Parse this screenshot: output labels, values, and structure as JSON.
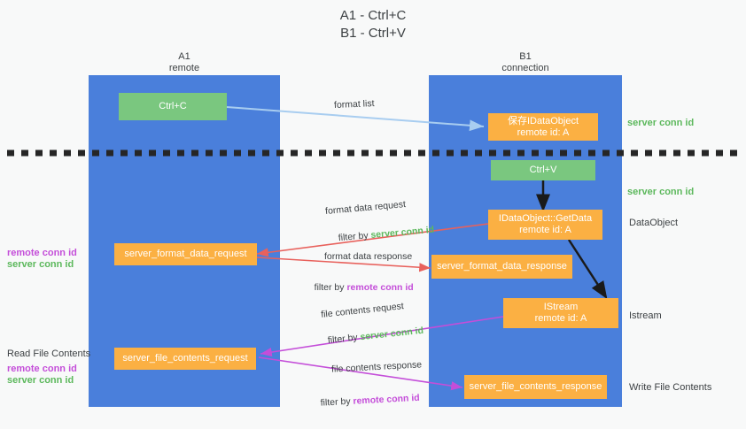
{
  "title": "A1 - Ctrl+C\nB1 - Ctrl+V",
  "columns": {
    "left": {
      "name": "A1",
      "sub": "remote"
    },
    "right": {
      "name": "B1",
      "sub": "connection"
    }
  },
  "boxes": {
    "ctrl_c": "Ctrl+C",
    "ctrl_v": "Ctrl+V",
    "idataobject": "保存IDataObject\nremote id: A",
    "getdata": "IDataObject::GetData\nremote id: A",
    "istream": "IStream\nremote id: A",
    "server_format_data_request": "server_format_data_request",
    "server_format_data_response": "server_format_data_response",
    "server_file_contents_request": "server_file_contents_request",
    "server_file_contents_response": "server_file_contents_response"
  },
  "right_labels": {
    "server_conn_id_top": "server conn id",
    "server_conn_id_mid": "server conn id",
    "dataobject": "DataObject",
    "istream": "Istream",
    "write_file_contents": "Write File Contents"
  },
  "left_labels": {
    "remote_conn_id_1": "remote conn id",
    "server_conn_id_1": "server conn id",
    "read_file_contents": "Read File Contents",
    "remote_conn_id_2": "remote conn id",
    "server_conn_id_2": "server conn id"
  },
  "arrow_labels": {
    "format_list": "format list",
    "format_data_request": "format data request",
    "format_data_request_filter_prefix": "filter by ",
    "format_data_request_filter_value": "server conn id",
    "format_data_response": "format data response",
    "format_data_response_filter_prefix": "filter by ",
    "format_data_response_filter_value": "remote conn id",
    "file_contents_request": "file contents request",
    "file_contents_request_filter_prefix": "filter by ",
    "file_contents_request_filter_value": "server conn id",
    "file_contents_response": "file contents response",
    "file_contents_response_filter_prefix": "filter by ",
    "file_contents_response_filter_value": "remote conn id"
  },
  "colors": {
    "lane": "#4a7fdb",
    "green_box": "#7ac77f",
    "orange_box": "#fbb043",
    "green_text": "#5cb85c",
    "purple_text": "#c44ed9",
    "light_blue_arrow": "#a8cdf0",
    "red_arrow": "#e8615c",
    "magenta_arrow": "#c44ed9",
    "black_arrow": "#1a1a1a",
    "background": "#f8f9f9"
  }
}
